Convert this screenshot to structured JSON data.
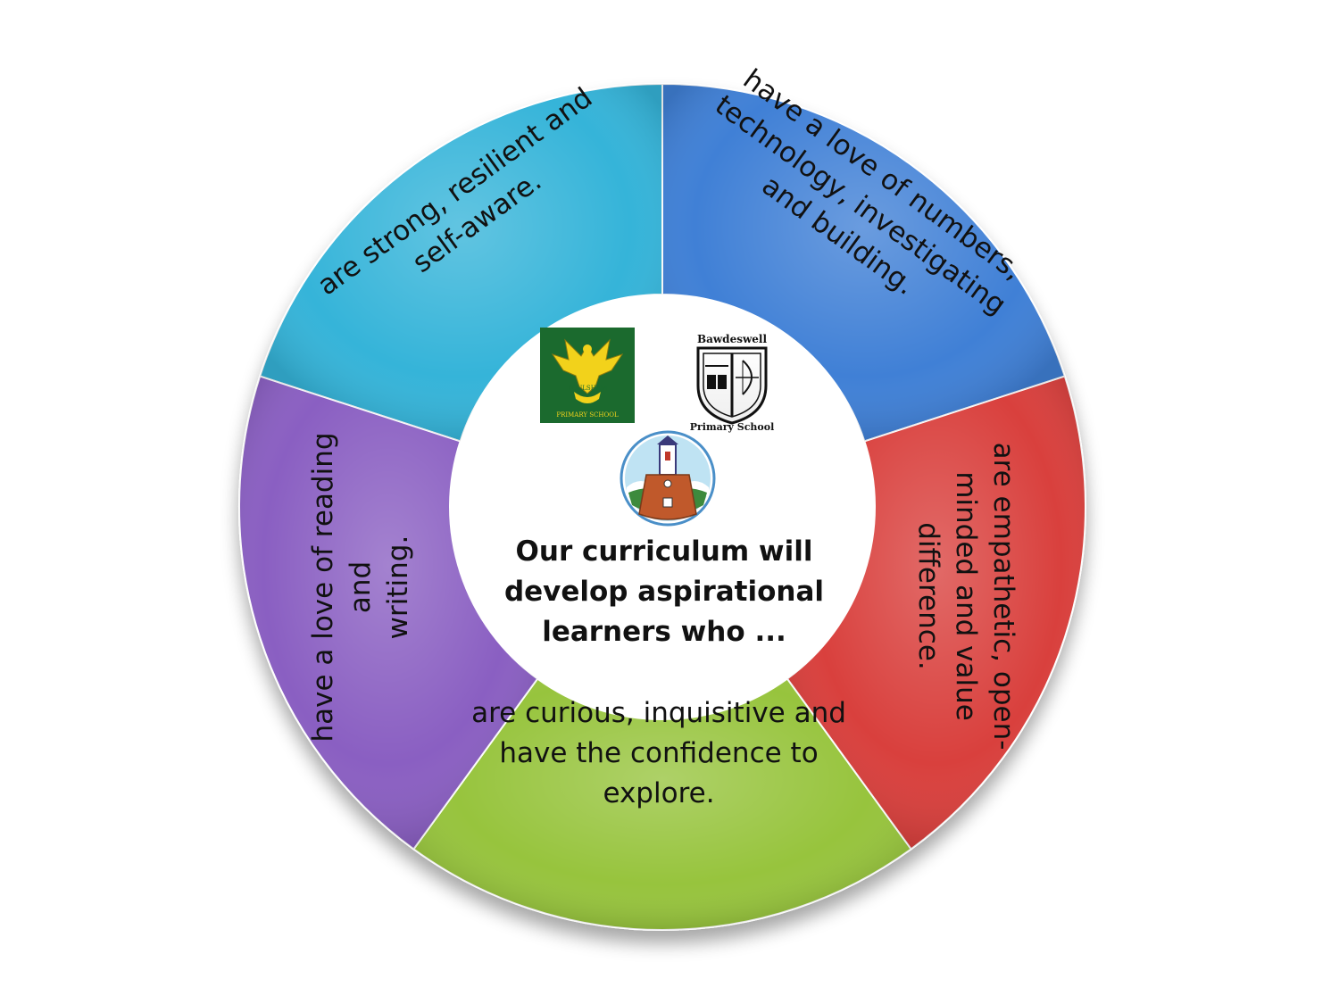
{
  "center": {
    "lines": [
      "Our curriculum will",
      "develop aspirational",
      "learners who ..."
    ]
  },
  "segments": [
    {
      "id": "top-left",
      "lines": [
        "are strong, resilient and",
        "self-aware."
      ],
      "color": "#36b4d9"
    },
    {
      "id": "top-right",
      "lines": [
        "have a love of numbers,",
        "technology, investigating",
        "and building."
      ],
      "color": "#3f80d6"
    },
    {
      "id": "right",
      "lines": [
        "are empathetic, open-",
        "minded and value",
        "difference."
      ],
      "color": "#d9413c"
    },
    {
      "id": "bottom",
      "lines": [
        "are curious, inquisitive and",
        "have the confidence to",
        "explore."
      ],
      "color": "#97c43d"
    },
    {
      "id": "left",
      "lines": [
        "have a love of reading",
        "and",
        "writing."
      ],
      "color": "#8a5fc2"
    }
  ],
  "logos": {
    "poulsham": {
      "name": "POULSHAM",
      "subtitle": "PRIMARY SCHOOL",
      "bg": "#1b6a2e",
      "accent": "#f2d21b",
      "icon": "phoenix-icon"
    },
    "bawdeswell": {
      "name": "Bawdeswell",
      "subtitle": "Primary School",
      "icon": "shield-book-bow-icon"
    },
    "church": {
      "icon": "church-roundel-icon"
    }
  }
}
